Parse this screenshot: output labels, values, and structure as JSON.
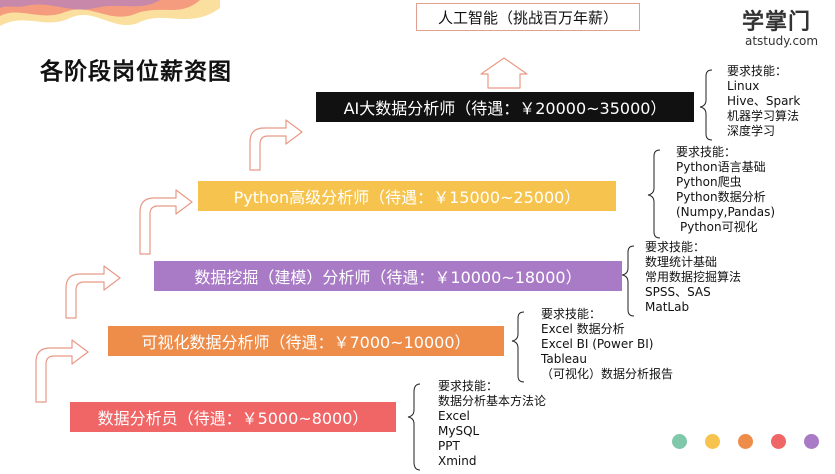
{
  "title": "各阶段岗位薪资图",
  "logo": {
    "main": "学掌门",
    "sub": "atstudy.com"
  },
  "goal": "人工智能（挑战百万年薪）",
  "levels": [
    {
      "label": "数据分析员（待遇：￥5000~8000）",
      "color": "#f06565"
    },
    {
      "label": "可视化数据分析师（待遇：￥7000~10000）",
      "color": "#ee8c4a"
    },
    {
      "label": "数据挖掘（建模）分析师（待遇：￥10000~18000）",
      "color": "#a97bc6"
    },
    {
      "label": "Python高级分析师（待遇：￥15000~25000）",
      "color": "#f6c44e"
    },
    {
      "label": "AI大数据分析师（待遇：￥20000~35000）",
      "color": "#111111"
    }
  ],
  "skills": [
    {
      "header": "要求技能：",
      "items": [
        "数据分析基本方法论",
        "Excel",
        "MySQL",
        "PPT",
        "Xmind"
      ]
    },
    {
      "header": "要求技能：",
      "items": [
        "Excel 数据分析",
        "Excel BI (Power BI)",
        "Tableau",
        "（可视化）数据分析报告"
      ]
    },
    {
      "header": "要求技能：",
      "items": [
        "数理统计基础",
        "常用数据挖掘算法",
        "SPSS、SAS",
        "MatLab"
      ]
    },
    {
      "header": "要求技能：",
      "items": [
        "Python语言基础",
        "Python爬虫",
        "Python数据分析",
        "(Numpy,Pandas)",
        "Python可视化"
      ]
    },
    {
      "header": "要求技能：",
      "items": [
        "Linux",
        "Hive、Spark",
        "机器学习算法",
        "深度学习"
      ]
    }
  ],
  "dot_colors": [
    "#7fc8a9",
    "#f6c44e",
    "#ee8c4a",
    "#f06565",
    "#a97bc6"
  ],
  "deco_colors": [
    "#f6c44e",
    "#f06565",
    "#a97bc6"
  ]
}
